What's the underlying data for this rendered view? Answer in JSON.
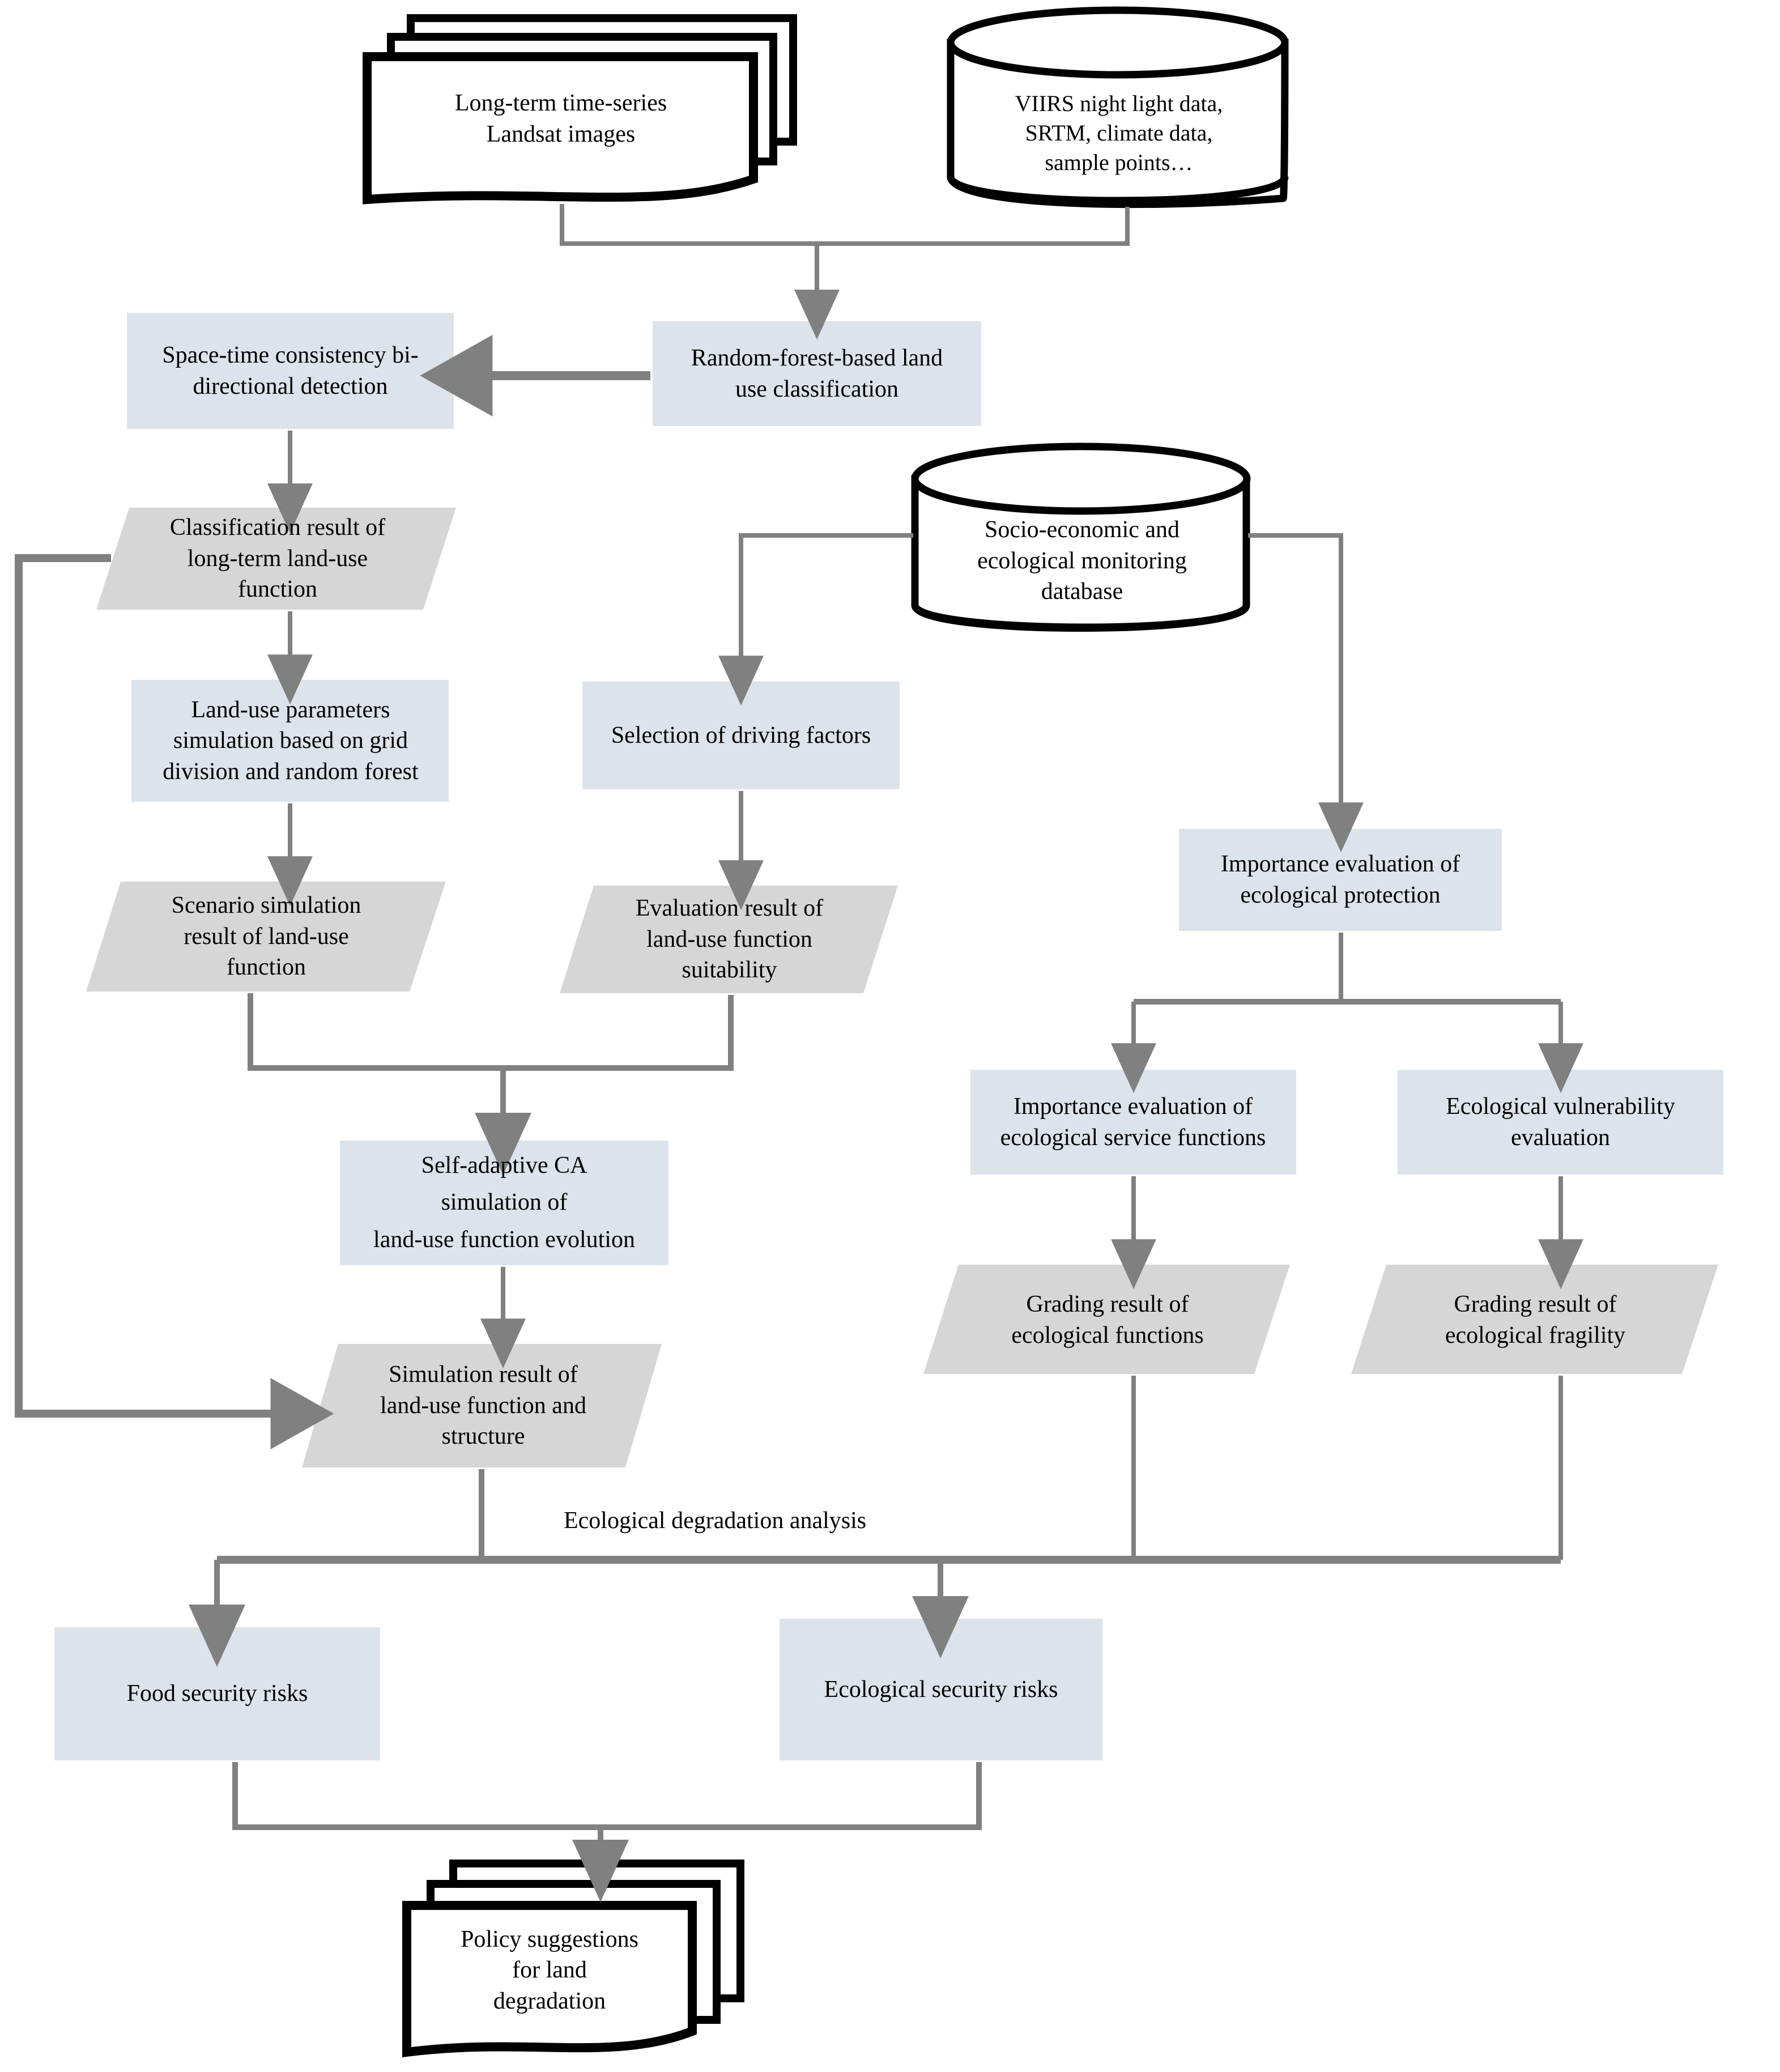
{
  "diagram": {
    "type": "flowchart",
    "title": "Land-use function and ecological degradation analysis workflow",
    "colors": {
      "process_fill": "#dce3ea",
      "data_fill": "#d6d6d6",
      "connector": "#808080",
      "shape_stroke": "#000000",
      "background": "#ffffff",
      "text": "#000000"
    },
    "nodes": [
      {
        "id": "landsat",
        "shape": "multi-document",
        "label": "Long-term time-series\nLandsat images"
      },
      {
        "id": "viirs_db",
        "shape": "cylinder",
        "label": "VIIRS night light data,\nSRTM, climate data,\nsample points…"
      },
      {
        "id": "rf_classification",
        "shape": "process",
        "label": "Random-forest-based  land\nuse classification"
      },
      {
        "id": "spacetime_detection",
        "shape": "process",
        "label": "Space-time consistency bi-\ndirectional detection"
      },
      {
        "id": "classification_result",
        "shape": "data-parallelogram",
        "label": "Classification result of\nlong-term land-use\nfunction"
      },
      {
        "id": "socio_db",
        "shape": "cylinder",
        "label": "Socio-economic and\necological monitoring\ndatabase"
      },
      {
        "id": "landuse_parameters",
        "shape": "process",
        "label": "Land-use parameters\nsimulation based on grid\ndivision and random forest"
      },
      {
        "id": "driving_factors",
        "shape": "process",
        "label": "Selection of driving factors"
      },
      {
        "id": "eco_protection",
        "shape": "process",
        "label": "Importance evaluation of\necological protection"
      },
      {
        "id": "scenario_simulation",
        "shape": "data-parallelogram",
        "label": "Scenario simulation\nresult of land-use\nfunction"
      },
      {
        "id": "evaluation_suitability",
        "shape": "data-parallelogram",
        "label": "Evaluation result of\nland-use function\nsuitability"
      },
      {
        "id": "eco_service_functions",
        "shape": "process",
        "label": "Importance evaluation of\necological service functions"
      },
      {
        "id": "eco_vulnerability",
        "shape": "process",
        "label": "Ecological vulnerability\nevaluation"
      },
      {
        "id": "self_adaptive_ca",
        "shape": "process",
        "label": "Self-adaptive CA\nsimulation of\nland-use function  evolution"
      },
      {
        "id": "grading_eco_functions",
        "shape": "data-parallelogram",
        "label": "Grading result of\necological functions"
      },
      {
        "id": "grading_eco_fragility",
        "shape": "data-parallelogram",
        "label": "Grading result of\necological fragility"
      },
      {
        "id": "simulation_result",
        "shape": "data-parallelogram",
        "label": "Simulation result of\nland-use function  and\nstructure"
      },
      {
        "id": "food_security",
        "shape": "process",
        "label": "Food security risks"
      },
      {
        "id": "ecological_security",
        "shape": "process",
        "label": "Ecological security risks"
      },
      {
        "id": "policy_suggestions",
        "shape": "multi-document",
        "label": "Policy suggestions\nfor land\ndegradation"
      }
    ],
    "edge_labels": [
      {
        "id": "eco_degradation_analysis",
        "label": "Ecological degradation analysis"
      }
    ]
  }
}
